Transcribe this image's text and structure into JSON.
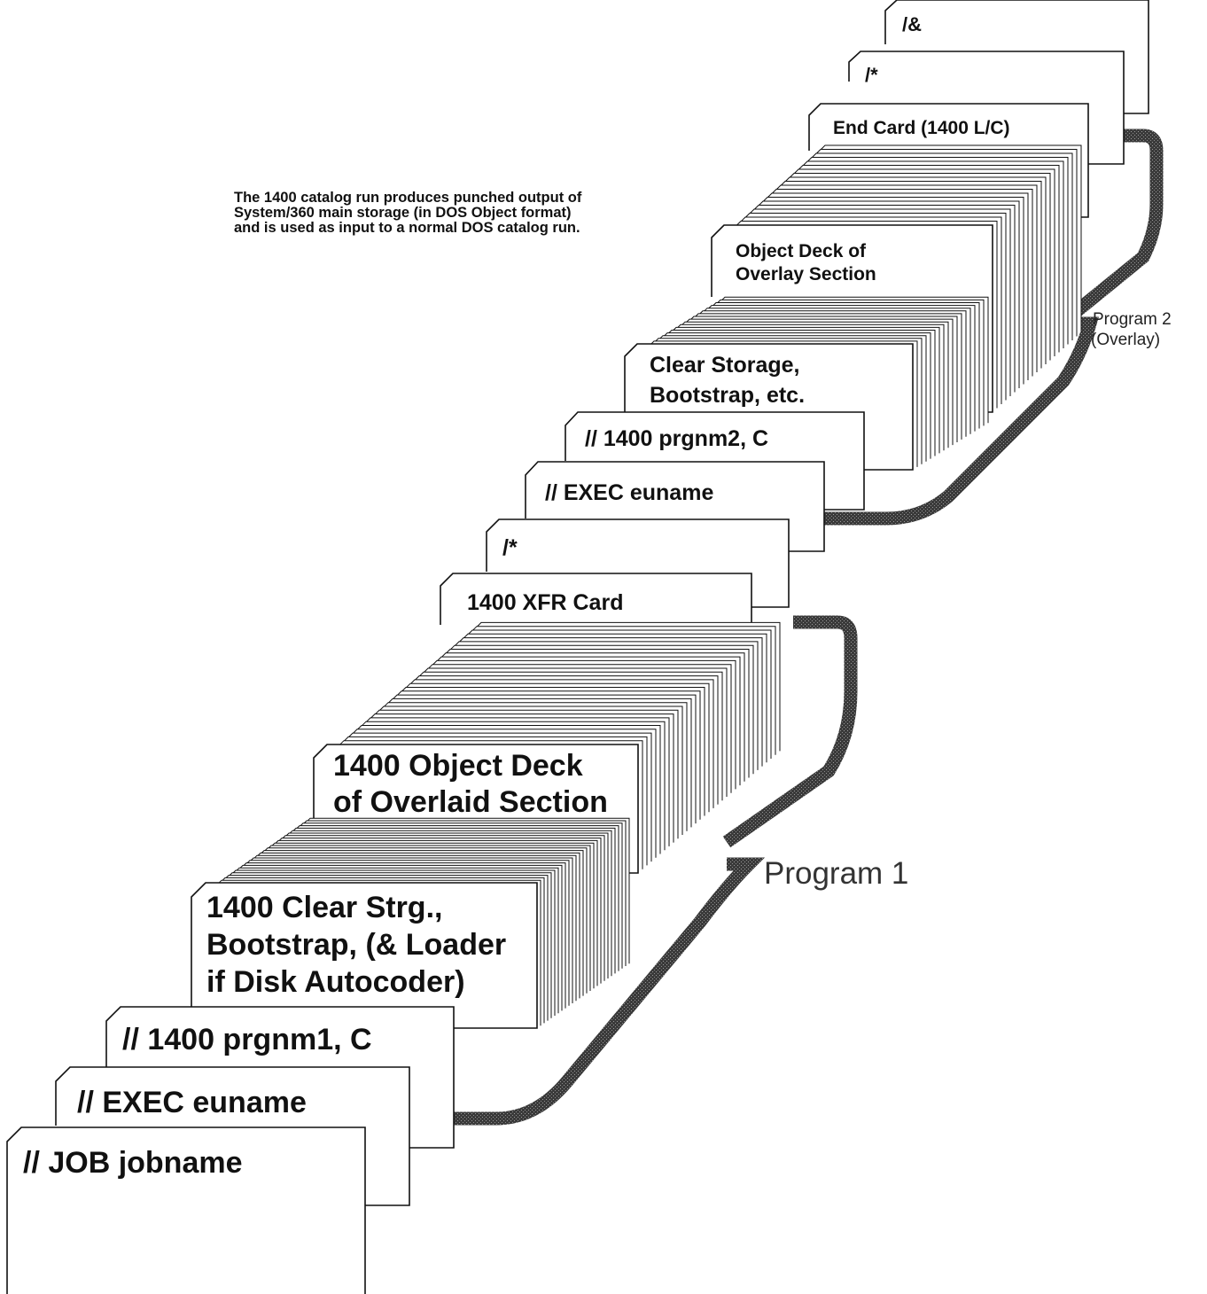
{
  "caption": [
    "The 1400 catalog run produces punched output of",
    "System/360 main storage (in DOS Object format)",
    "and is used as input to a normal DOS catalog run."
  ],
  "program_labels": {
    "program1": "Program 1",
    "program2_line1": "Program 2",
    "program2_line2": "(Overlay)"
  },
  "cards": {
    "end_amp": "/&",
    "end_star2": "/*",
    "end_card": "End Card (1400 L/C)",
    "overlay_obj_1": "Object Deck of",
    "overlay_obj_2": "Overlay Section",
    "clear_storage_1": "Clear Storage,",
    "clear_storage_2": "Bootstrap, etc.",
    "prgnm2": "// 1400 prgnm2, C",
    "exec2": "// EXEC euname",
    "star1": "/*",
    "xfr": "1400 XFR Card",
    "overlaid_1": "1400 Object Deck",
    "overlaid_2": "of Overlaid Section",
    "clear_strg_1": "1400 Clear Strg.,",
    "clear_strg_2": "Bootstrap, (& Loader",
    "clear_strg_3": "if Disk Autocoder)",
    "prgnm1": "// 1400 prgnm1, C",
    "exec1": "// EXEC euname",
    "job": "// JOB jobname"
  }
}
